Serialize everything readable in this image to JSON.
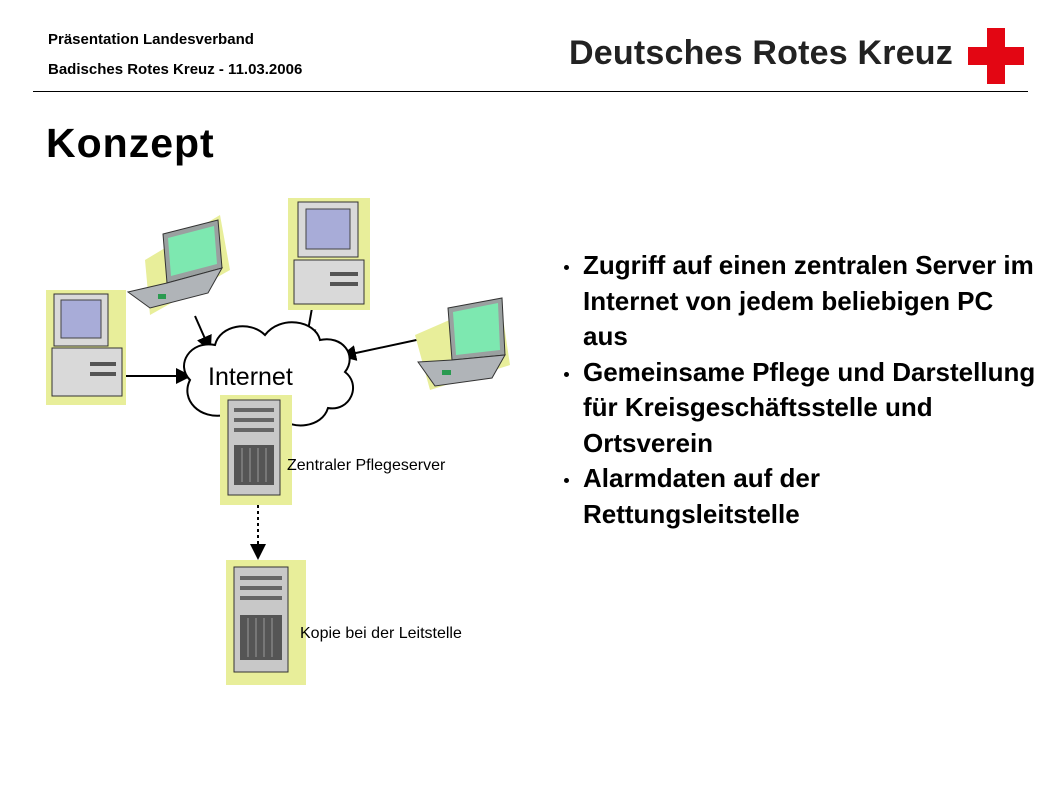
{
  "header": {
    "line1": "Präsentation Landesverband",
    "line2": "Badisches Rotes Kreuz - 11.03.2006",
    "brand": "Deutsches Rotes Kreuz"
  },
  "slide": {
    "title": "Konzept",
    "bullets": [
      "Zugriff auf einen zentralen Server im Internet von jedem beliebigen PC aus",
      "Gemeinsame Pflege und Darstellung für Kreisgeschäftsstelle und Ortsverein",
      "Alarmdaten auf der Rettungsleitstelle"
    ]
  },
  "diagram": {
    "cloud_label": "Internet",
    "server_label": "Zentraler Pflegeserver",
    "copy_label": "Kopie bei der Leitstelle"
  },
  "colors": {
    "cross_red": "#e30613",
    "glow": "#e8ee9a",
    "laptop_screen": "#7de8b0",
    "monitor_screen": "#a8acd8"
  }
}
